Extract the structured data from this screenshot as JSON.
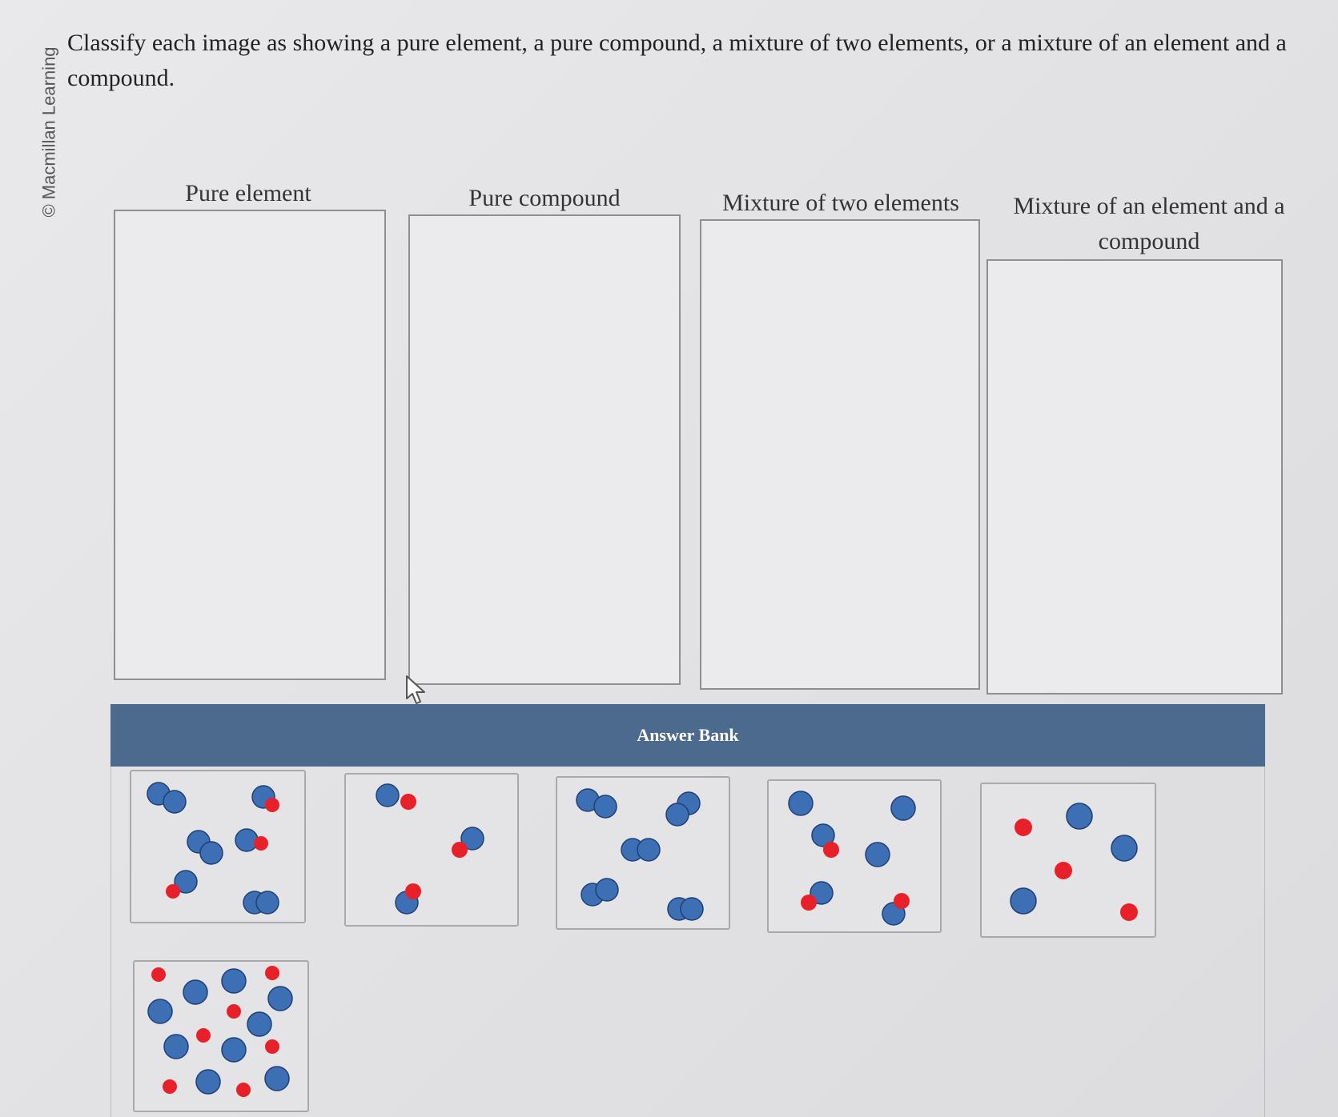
{
  "copyright": "© Macmillan Learning",
  "prompt": "Classify each image as showing a pure element, a pure compound, a mixture of two elements, or a mixture of an element and a compound.",
  "bins": [
    {
      "label": "Pure element"
    },
    {
      "label": "Pure compound"
    },
    {
      "label": "Mixture of two elements"
    },
    {
      "label": "Mixture of an element and a compound"
    }
  ],
  "answer_bank": {
    "title": "Answer Bank",
    "cards": [
      {
        "content": "mixture of blue-blue and blue-red molecules"
      },
      {
        "content": "blue-red molecules only"
      },
      {
        "content": "blue-blue molecules only"
      },
      {
        "content": "blue atoms with blue-red molecules"
      },
      {
        "content": "separate blue and red atoms"
      },
      {
        "content": "many separate blue and red atoms"
      }
    ]
  },
  "colors": {
    "header": "#4b6a8d",
    "blue_atom": "#3d6fb5",
    "red_atom": "#e8202a"
  }
}
